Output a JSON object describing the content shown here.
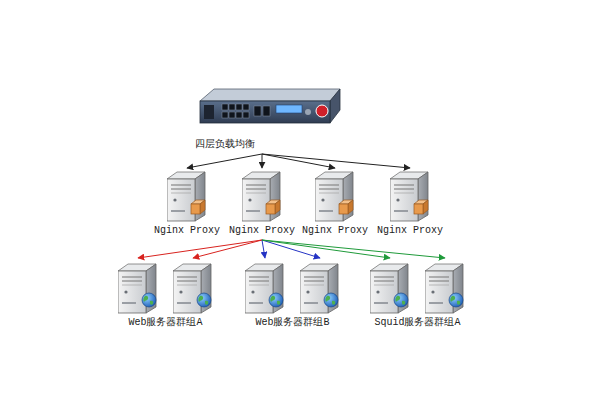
{
  "diagram": {
    "nodes": [
      {
        "text": [
          "四层负载均衡"
        ]
      },
      {
        "text": [
          "Nginx Proxy"
        ]
      },
      {
        "text": [
          "Nginx Proxy"
        ]
      },
      {
        "text": [
          "Nginx Proxy"
        ]
      },
      {
        "text": [
          "Nginx Proxy"
        ]
      },
      {
        "text": [
          "Web服务器群组A"
        ]
      },
      {
        "text": [
          "Web服务器群组B"
        ]
      },
      {
        "text": [
          "Squid服务器群组A"
        ]
      }
    ],
    "edges": [
      {
        "from": 0,
        "to": 1,
        "arrow": "to"
      },
      {
        "from": 0,
        "to": 2,
        "arrow": "to"
      },
      {
        "from": 0,
        "to": 3,
        "arrow": "to"
      },
      {
        "from": 0,
        "to": 4,
        "arrow": "to"
      },
      {
        "from": 2,
        "to": 5,
        "arrow": "to"
      },
      {
        "from": 2,
        "to": 5,
        "arrow": "to"
      },
      {
        "from": 2,
        "to": 6,
        "arrow": "to"
      },
      {
        "from": 2,
        "to": 6,
        "arrow": "to"
      },
      {
        "from": 2,
        "to": 7,
        "arrow": "to"
      },
      {
        "from": 2,
        "to": 7,
        "arrow": "to"
      }
    ]
  }
}
